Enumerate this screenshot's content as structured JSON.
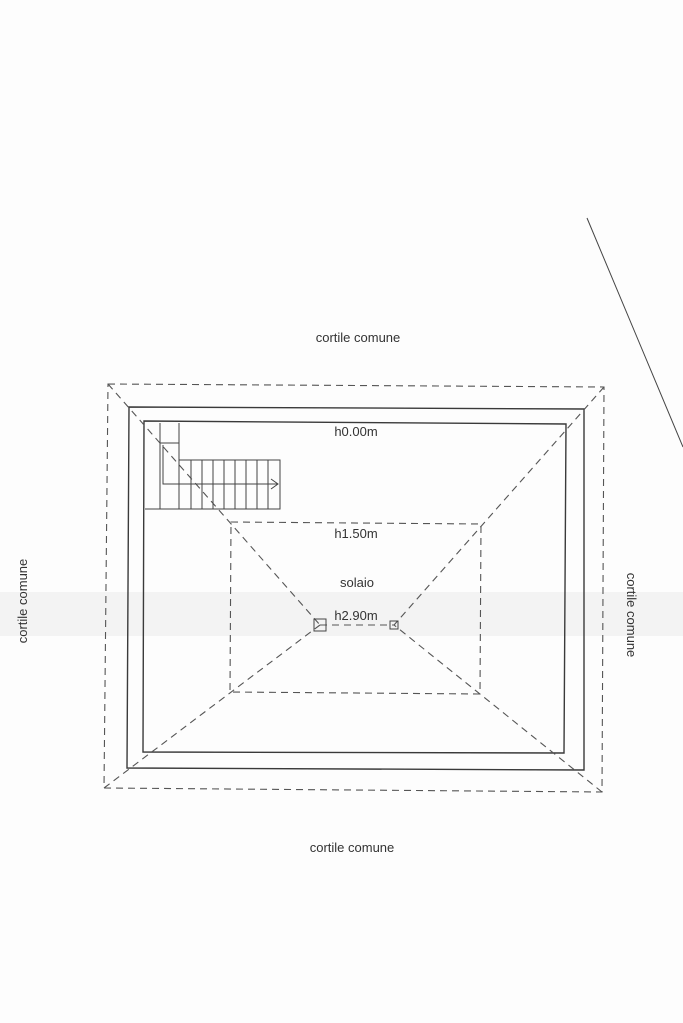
{
  "labels": {
    "top": "cortile comune",
    "bottom": "cortile comune",
    "left": "cortile comune",
    "right": "cortile comune",
    "room": "solaio",
    "height_eaves": "h0.00m",
    "height_mid": "h1.50m",
    "height_ridge": "h2.90m"
  }
}
